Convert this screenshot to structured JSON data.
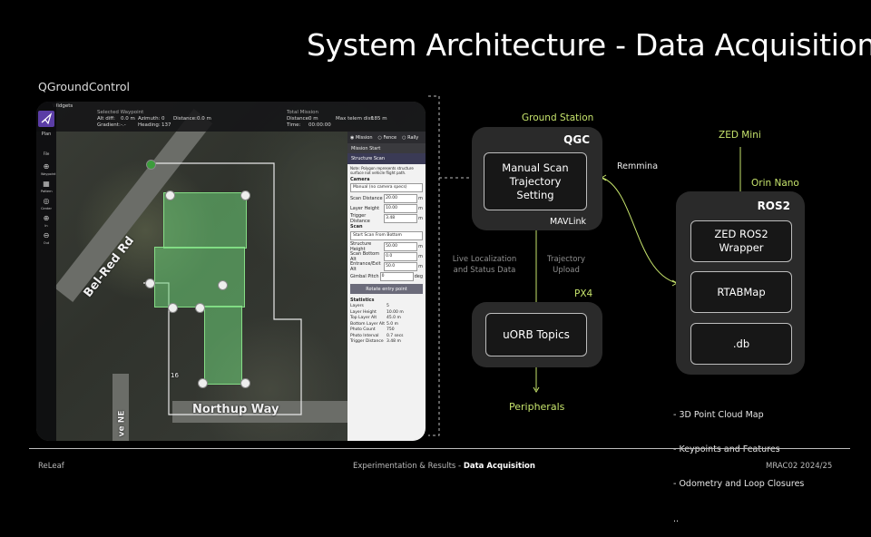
{
  "slide": {
    "title": "System Architecture - Data Acquisition",
    "qgc_label": "QGroundControl"
  },
  "diagram": {
    "ground_station": {
      "caption": "Ground Station",
      "title": "QGC",
      "box": "Manual Scan Trajectory Setting",
      "link": "MAVLink"
    },
    "px4": {
      "caption": "PX4",
      "box": "uORB Topics"
    },
    "peripherals": "Peripherals",
    "live_localization": "Live Localization and Status Data",
    "trajectory_upload": "Trajectory Upload",
    "remmina": "Remmina",
    "zed_mini": "ZED Mini",
    "orin": {
      "caption": "Orin Nano",
      "title": "ROS2",
      "boxes": [
        "ZED ROS2 Wrapper",
        "RTABMap",
        ".db"
      ]
    },
    "notes": [
      "- 3D Point Cloud Map",
      "- Keypoints and Features",
      "- Odometry and Loop Closures",
      ".."
    ],
    "accent_color": "#c6e36c",
    "line_color": "#ffffff"
  },
  "qgc": {
    "widgets": "Widgets",
    "plan": "Plan",
    "selected_waypoint": "Selected Waypoint",
    "alt_diff": "Alt diff:",
    "alt_diff_val": "0.0 m",
    "azimuth": "Azimuth:",
    "azimuth_val": "0",
    "distance": "Distance:",
    "distance_val": "0.0 m",
    "gradient": "Gradient:",
    "gradient_val": "-.-",
    "heading": "Heading:",
    "heading_val": "137",
    "total_mission": "Total Mission",
    "tm_distance": "Distance:",
    "tm_distance_val": "0 m",
    "tm_time": "Time:",
    "tm_time_val": "00:00:00",
    "max_telem": "Max telem dist:",
    "max_telem_val": "185 m",
    "side_items": [
      "File",
      "Waypoint",
      "Pattern",
      "Center",
      "In",
      "Out"
    ],
    "tabs": [
      "Mission",
      "Fence",
      "Rally"
    ],
    "mission_start": "Mission Start",
    "structure_scan": "Structure Scan",
    "note": "Note: Polygon represents structure surface not vehicle flight path.",
    "camera": "Camera",
    "camera_sel": "Manual (no camera specs)",
    "rows1": [
      {
        "label": "Scan Distance",
        "value": "20.00",
        "unit": "m"
      },
      {
        "label": "Layer Height",
        "value": "10.00",
        "unit": "m"
      },
      {
        "label": "Trigger Distance",
        "value": "3.48",
        "unit": "m"
      }
    ],
    "scan": "Scan",
    "scan_sel": "Start Scan From Bottom",
    "rows2": [
      {
        "label": "Structure Height",
        "value": "50.00",
        "unit": "m"
      },
      {
        "label": "Scan Bottom Alt",
        "value": "0.0",
        "unit": "m"
      },
      {
        "label": "Entrance/Exit Alt",
        "value": "50.0",
        "unit": "m"
      },
      {
        "label": "Gimbal Pitch",
        "value": "0",
        "unit": "deg"
      }
    ],
    "rotate_btn": "Rotate entry point",
    "statistics": "Statistics",
    "stats": [
      {
        "label": "Layers",
        "value": "5"
      },
      {
        "label": "Layer Height",
        "value": "10.00 m"
      },
      {
        "label": "Top Layer Alt",
        "value": "45.0 m"
      },
      {
        "label": "Bottom Layer Alt",
        "value": "5.0 m"
      },
      {
        "label": "Photo Count",
        "value": "750"
      },
      {
        "label": "Photo Interval",
        "value": "0.7 secs"
      },
      {
        "label": "Trigger Distance",
        "value": "3.48 m"
      }
    ],
    "road1": "Bel-Red Rd",
    "road2": "Northup Way",
    "road3": "ve NE",
    "num_label": "16"
  },
  "footer": {
    "left": "ReLeaf",
    "center_prefix": "Experimentation & Results - ",
    "center_bold": "Data Acquisition",
    "right": "MRAC02 2024/25"
  }
}
